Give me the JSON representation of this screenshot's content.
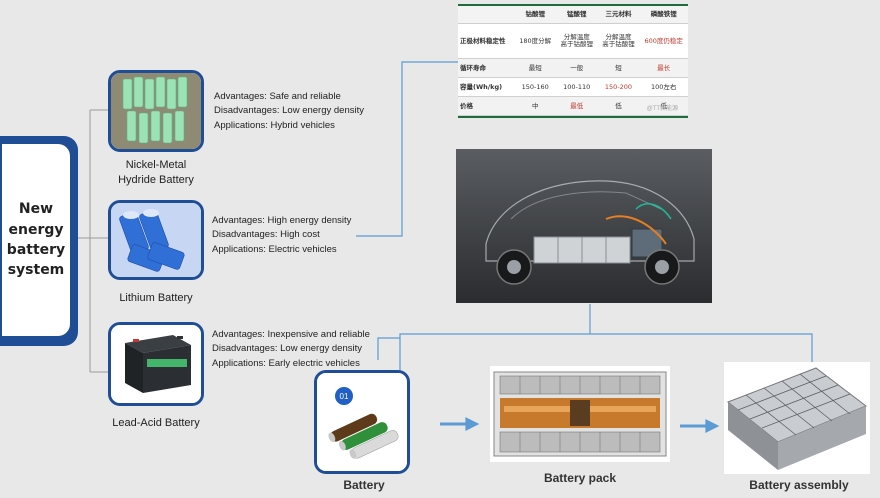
{
  "root": {
    "title": "New\nenergy\nbattery\nsystem"
  },
  "branches": [
    {
      "id": "nimh",
      "caption": "Nickel-Metal\nHydride Battery",
      "advantages": "Advantages: Safe and reliable",
      "disadvantages": "Disadvantages: Low energy density",
      "applications": "Applications: Hybrid vehicles"
    },
    {
      "id": "lithium",
      "caption": "Lithium Battery",
      "advantages": "Advantages: High energy density",
      "disadvantages": "Disadvantages: High cost",
      "applications": "Applications: Electric vehicles"
    },
    {
      "id": "lead",
      "caption": "Lead-Acid Battery",
      "advantages": "Advantages: Inexpensive and reliable",
      "disadvantages": "Disadvantages: Low energy density",
      "applications": "Applications: Early electric vehicles"
    }
  ],
  "comparison_table": {
    "headers": [
      "",
      "钴酸锂",
      "锰酸锂",
      "三元材料",
      "磷酸铁锂"
    ],
    "rows": [
      [
        "正极材料稳定性",
        "180度分解",
        "分解温度\n高于钴酸锂",
        "分解温度\n高于钴酸锂",
        "600度仍稳定"
      ],
      [
        "循环寿命",
        "最短",
        "一般",
        "短",
        "最长"
      ],
      [
        "容量(Wh/kg)",
        "150-160",
        "100-110",
        "150-200",
        "100左右"
      ],
      [
        "价格",
        "中",
        "最低",
        "低",
        "低"
      ]
    ],
    "watermark": "@TT新能源"
  },
  "pipeline": {
    "badge": "01",
    "battery_label": "Battery",
    "pack_label": "Battery pack",
    "assembly_label": "Battery assembly"
  },
  "colors": {
    "card_border": "#1f4e96",
    "connector": "#5b9bd5",
    "table_accent": "#1e6b3b",
    "highlight_red": "#c0392b"
  }
}
